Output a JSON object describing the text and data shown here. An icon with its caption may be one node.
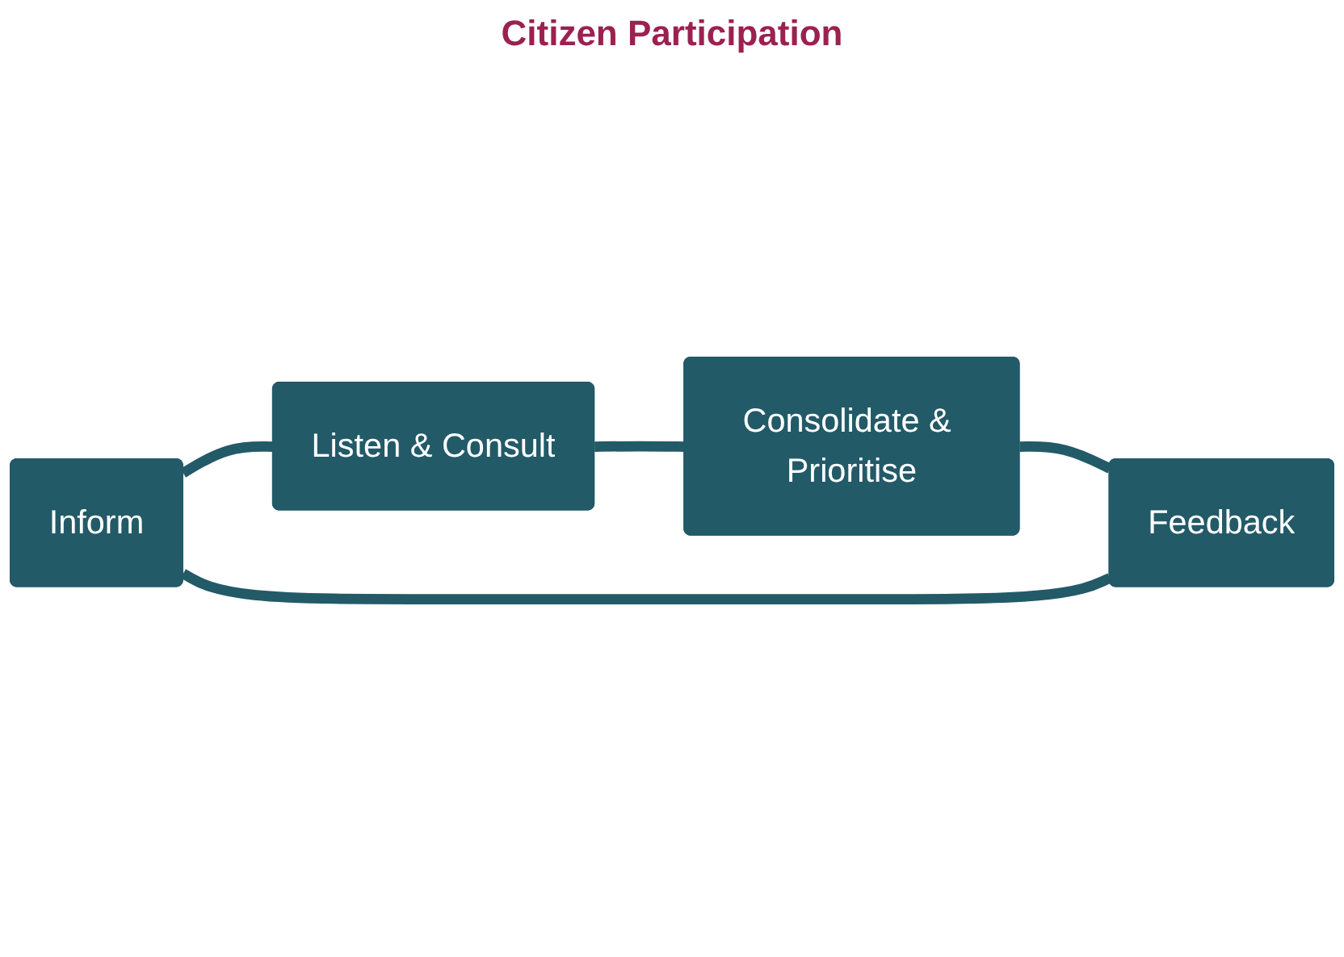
{
  "diagram": {
    "nodes": [
      {
        "text": [
          "Inform"
        ]
      },
      {
        "text": [
          "Listen & Consult"
        ]
      },
      {
        "text": [
          "Consolidate & Prioritise"
        ]
      },
      {
        "text": [
          "Feedback"
        ]
      }
    ],
    "edges": [
      {
        "from": 0,
        "to": 1,
        "arrow": "none"
      },
      {
        "from": 1,
        "to": 2,
        "arrow": "none"
      },
      {
        "from": 2,
        "to": 3,
        "arrow": "none"
      },
      {
        "from": 3,
        "to": 0,
        "arrow": "none"
      }
    ],
    "labels": [
      "Citizen Participation"
    ]
  }
}
